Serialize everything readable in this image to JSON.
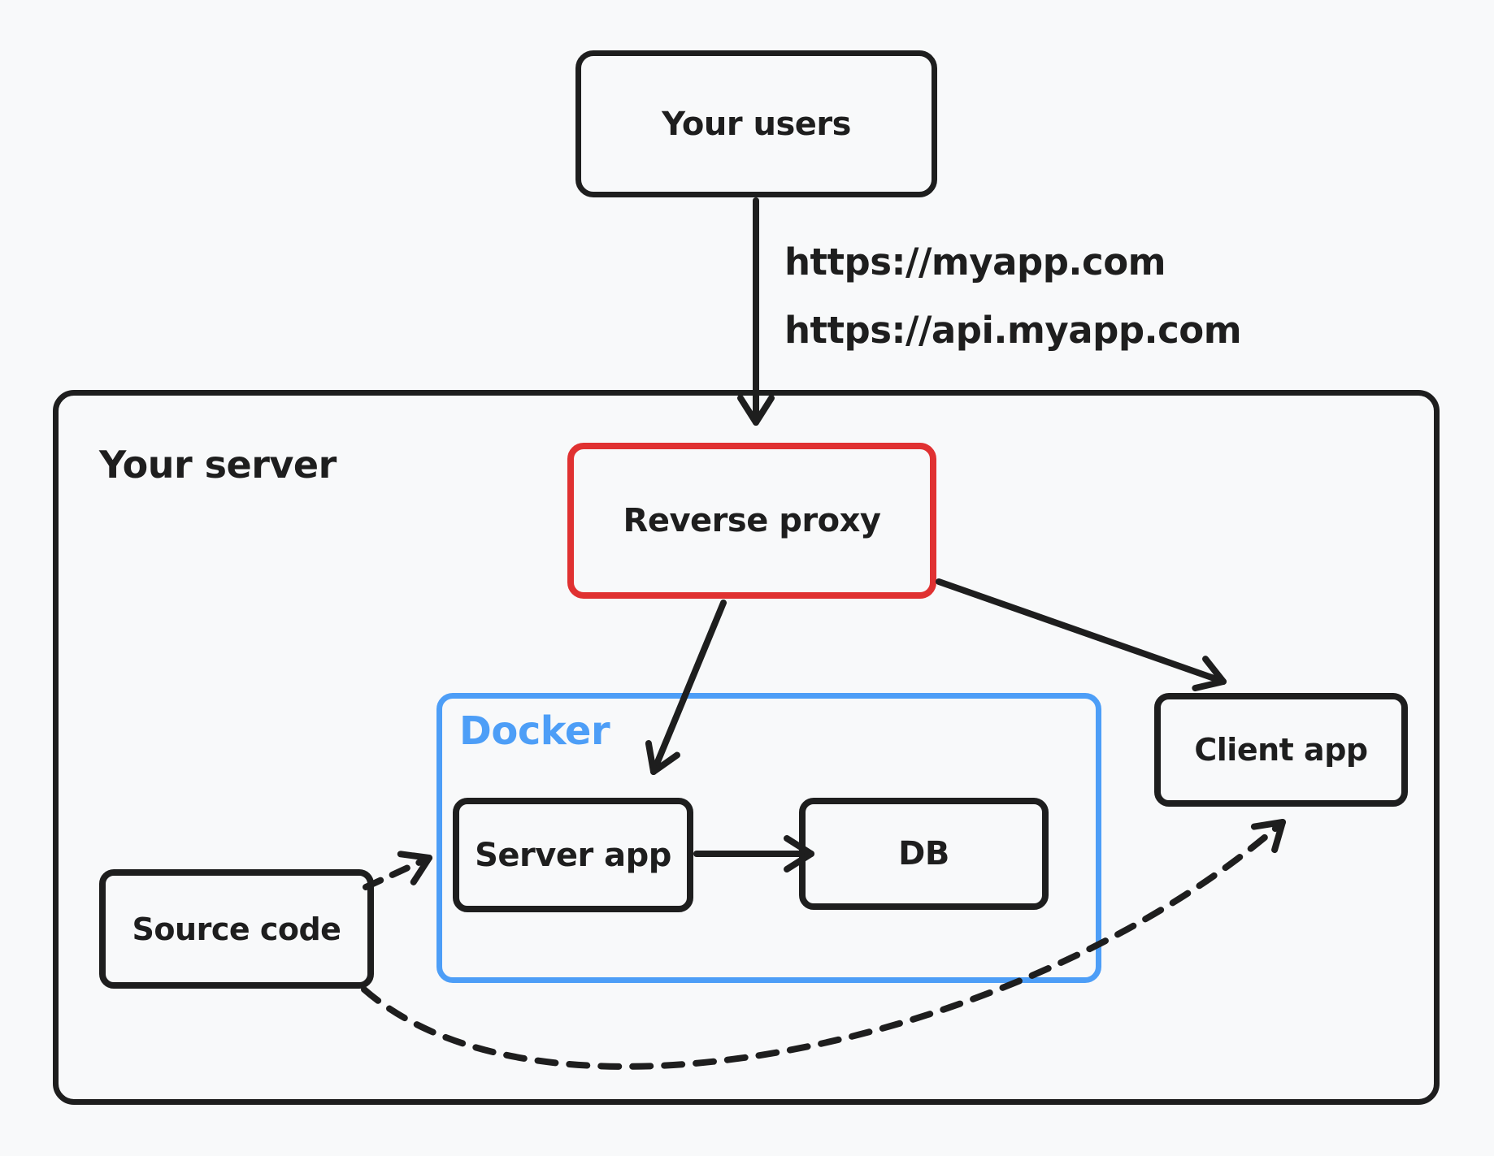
{
  "diagram": {
    "background": "#f8f9fa",
    "ink_color": "#1e1e1e",
    "accent_red": "#e03131",
    "accent_blue": "#4d9ef7",
    "nodes": {
      "users": "Your users",
      "server_group": "Your server",
      "reverse_proxy": "Reverse proxy",
      "docker_group": "Docker",
      "server_app": "Server app",
      "db": "DB",
      "client_app": "Client app",
      "source_code": "Source code"
    },
    "edge_labels": {
      "users_to_proxy": [
        "https://myapp.com",
        "https://api.myapp.com"
      ]
    },
    "edges": [
      {
        "from": "users",
        "to": "reverse_proxy",
        "style": "solid"
      },
      {
        "from": "reverse_proxy",
        "to": "server_app",
        "style": "solid"
      },
      {
        "from": "reverse_proxy",
        "to": "client_app",
        "style": "solid"
      },
      {
        "from": "server_app",
        "to": "db",
        "style": "solid"
      },
      {
        "from": "source_code",
        "to": "server_app",
        "style": "dashed"
      },
      {
        "from": "source_code",
        "to": "client_app",
        "style": "dashed-curve"
      }
    ]
  }
}
